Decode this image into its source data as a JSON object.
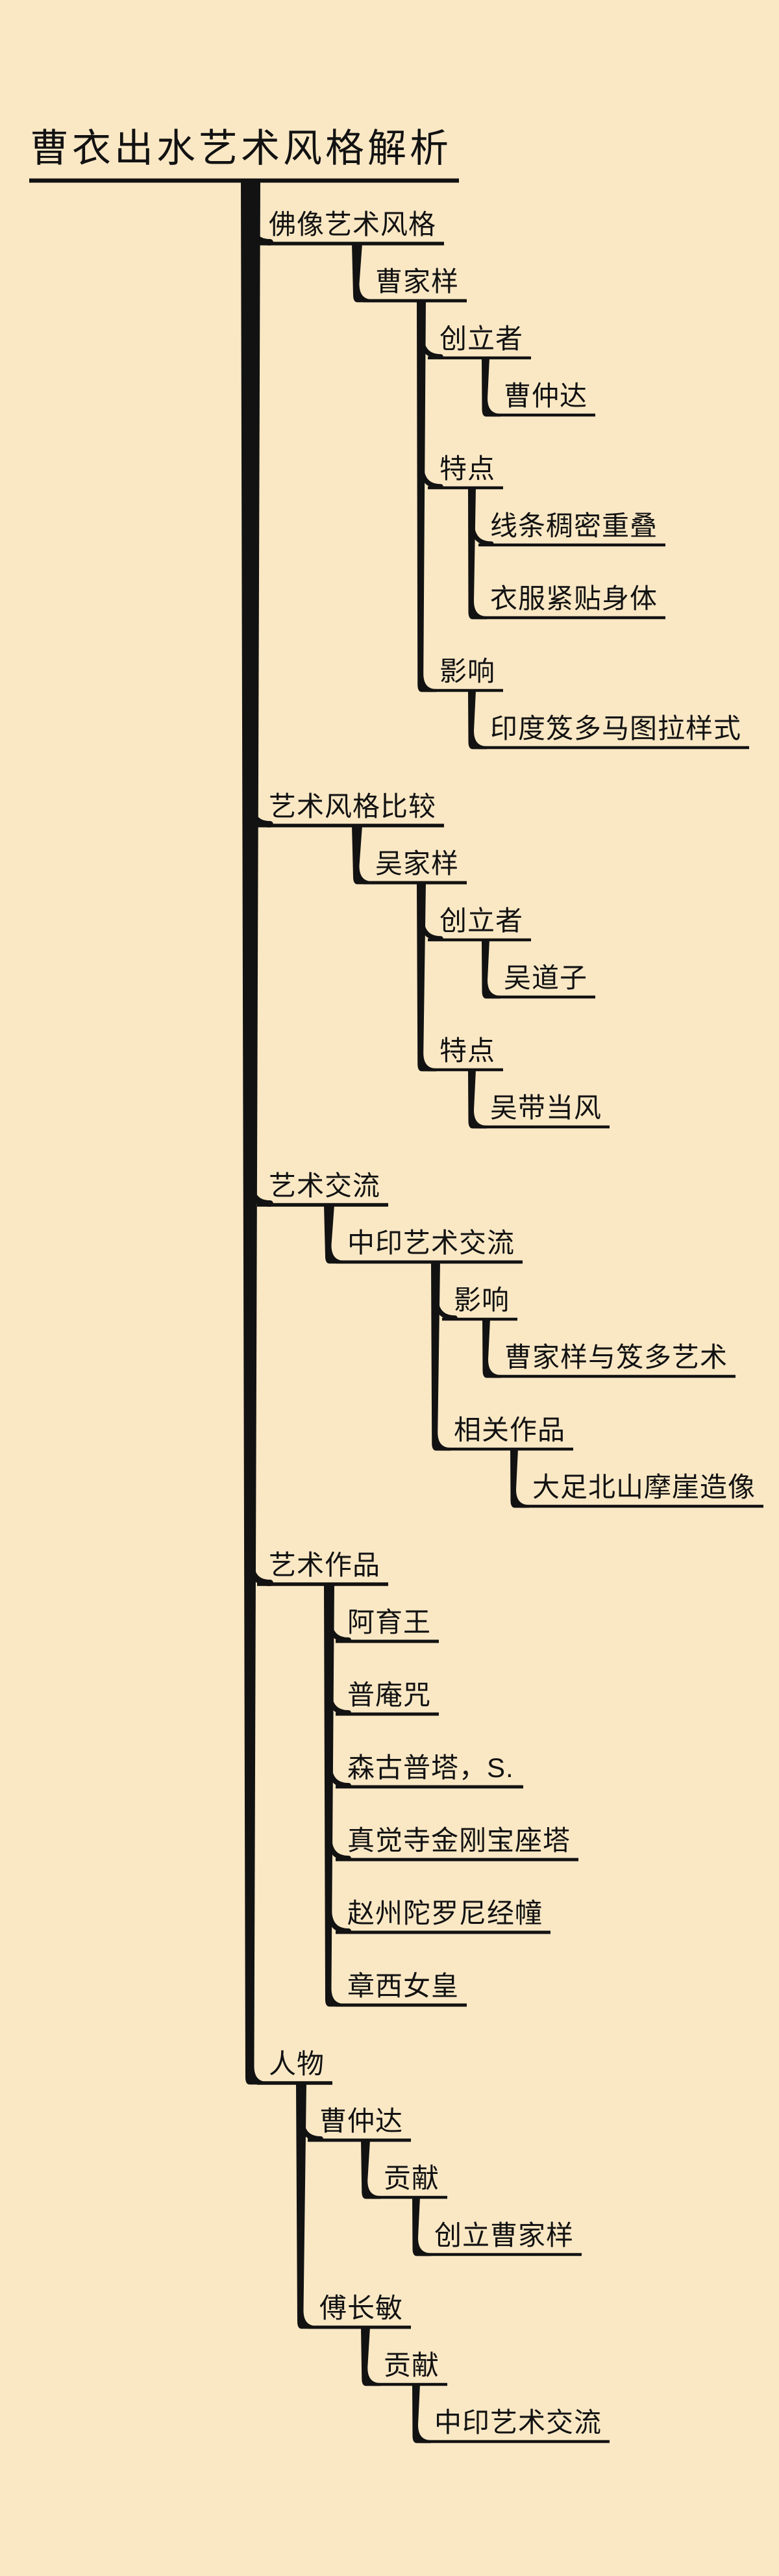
{
  "title": "曹衣出水艺术风格解析",
  "colors": {
    "background": "#FAE8C5",
    "ink": "#121212"
  },
  "mindmap": {
    "children": [
      {
        "label": "佛像艺术风格",
        "children": [
          {
            "label": "曹家样",
            "children": [
              {
                "label": "创立者",
                "children": [
                  {
                    "label": "曹仲达"
                  }
                ]
              },
              {
                "label": "特点",
                "children": [
                  {
                    "label": "线条稠密重叠"
                  },
                  {
                    "label": "衣服紧贴身体"
                  }
                ]
              },
              {
                "label": "影响",
                "children": [
                  {
                    "label": "印度笈多马图拉样式"
                  }
                ]
              }
            ]
          }
        ]
      },
      {
        "label": "艺术风格比较",
        "children": [
          {
            "label": "吴家样",
            "children": [
              {
                "label": "创立者",
                "children": [
                  {
                    "label": "吴道子"
                  }
                ]
              },
              {
                "label": "特点",
                "children": [
                  {
                    "label": "吴带当风"
                  }
                ]
              }
            ]
          }
        ]
      },
      {
        "label": "艺术交流",
        "children": [
          {
            "label": "中印艺术交流",
            "children": [
              {
                "label": "影响",
                "children": [
                  {
                    "label": "曹家样与笈多艺术"
                  }
                ]
              },
              {
                "label": "相关作品",
                "children": [
                  {
                    "label": "大足北山摩崖造像"
                  }
                ]
              }
            ]
          }
        ]
      },
      {
        "label": "艺术作品",
        "children": [
          {
            "label": "阿育王"
          },
          {
            "label": "普庵咒"
          },
          {
            "label": "森古普塔，S."
          },
          {
            "label": "真觉寺金刚宝座塔"
          },
          {
            "label": "赵州陀罗尼经幢"
          },
          {
            "label": "章西女皇"
          }
        ]
      },
      {
        "label": "人物",
        "children": [
          {
            "label": "曹仲达",
            "children": [
              {
                "label": "贡献",
                "children": [
                  {
                    "label": "创立曹家样"
                  }
                ]
              }
            ]
          },
          {
            "label": "傅长敏",
            "children": [
              {
                "label": "贡献",
                "children": [
                  {
                    "label": "中印艺术交流"
                  }
                ]
              }
            ]
          }
        ]
      }
    ]
  }
}
